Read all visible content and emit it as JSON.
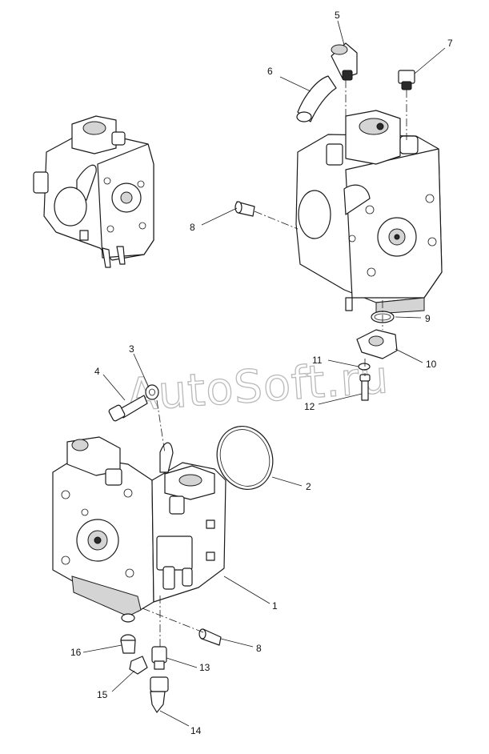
{
  "watermark": "AutoSoft.ru",
  "callouts": [
    {
      "id": "c1",
      "label": "1"
    },
    {
      "id": "c2",
      "label": "2"
    },
    {
      "id": "c3",
      "label": "3"
    },
    {
      "id": "c4",
      "label": "4"
    },
    {
      "id": "c5",
      "label": "5"
    },
    {
      "id": "c6",
      "label": "6"
    },
    {
      "id": "c7",
      "label": "7"
    },
    {
      "id": "c8a",
      "label": "8"
    },
    {
      "id": "c8b",
      "label": "8"
    },
    {
      "id": "c9",
      "label": "9"
    },
    {
      "id": "c10",
      "label": "10"
    },
    {
      "id": "c11",
      "label": "11"
    },
    {
      "id": "c12",
      "label": "12"
    },
    {
      "id": "c13",
      "label": "13"
    },
    {
      "id": "c14",
      "label": "14"
    },
    {
      "id": "c15",
      "label": "15"
    },
    {
      "id": "c16",
      "label": "16"
    }
  ]
}
